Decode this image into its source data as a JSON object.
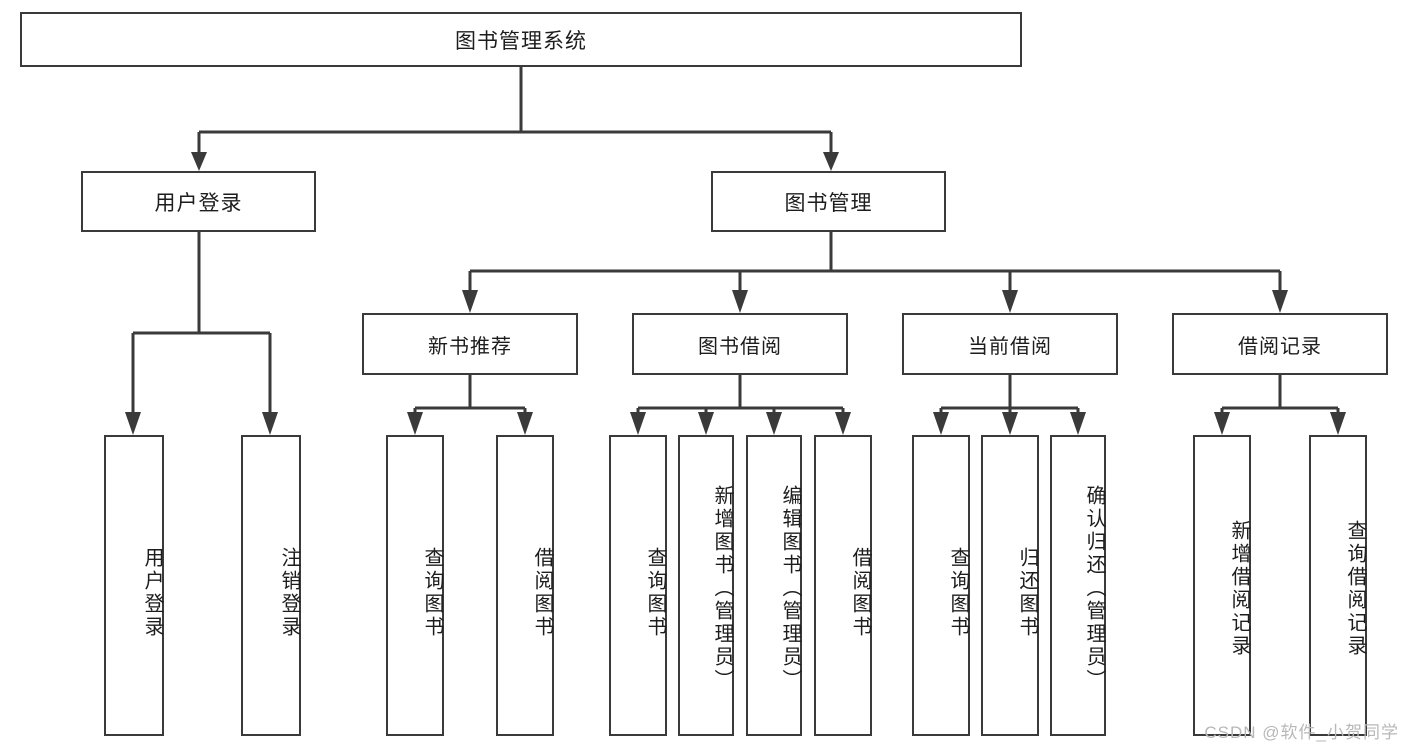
{
  "diagram": {
    "title": "图书管理系统",
    "root": {
      "label": "图书管理系统"
    },
    "level1": [
      {
        "label": "用户登录"
      },
      {
        "label": "图书管理"
      }
    ],
    "level2": [
      {
        "label": "新书推荐"
      },
      {
        "label": "图书借阅"
      },
      {
        "label": "当前借阅"
      },
      {
        "label": "借阅记录"
      }
    ],
    "leaves": {
      "user_login": [
        {
          "label": "用户登录"
        },
        {
          "label": "注销登录"
        }
      ],
      "new_book_recommend": [
        {
          "label": "查询图书"
        },
        {
          "label": "借阅图书"
        }
      ],
      "book_borrow": [
        {
          "label": "查询图书"
        },
        {
          "label": "新增图书（管理员）"
        },
        {
          "label": "编辑图书（管理员）"
        },
        {
          "label": "借阅图书"
        }
      ],
      "current_borrow": [
        {
          "label": "查询图书"
        },
        {
          "label": "归还图书"
        },
        {
          "label": "确认归还（管理员）"
        }
      ],
      "borrow_record": [
        {
          "label": "新增借阅记录"
        },
        {
          "label": "查询借阅记录"
        }
      ]
    }
  },
  "watermark": {
    "text": "CSDN @软件_小贺同学"
  },
  "colors": {
    "box_border": "#3a3a3a",
    "box_fill": "#ffffff",
    "text": "#1d1d1d",
    "watermark": "#b8b8b8"
  }
}
